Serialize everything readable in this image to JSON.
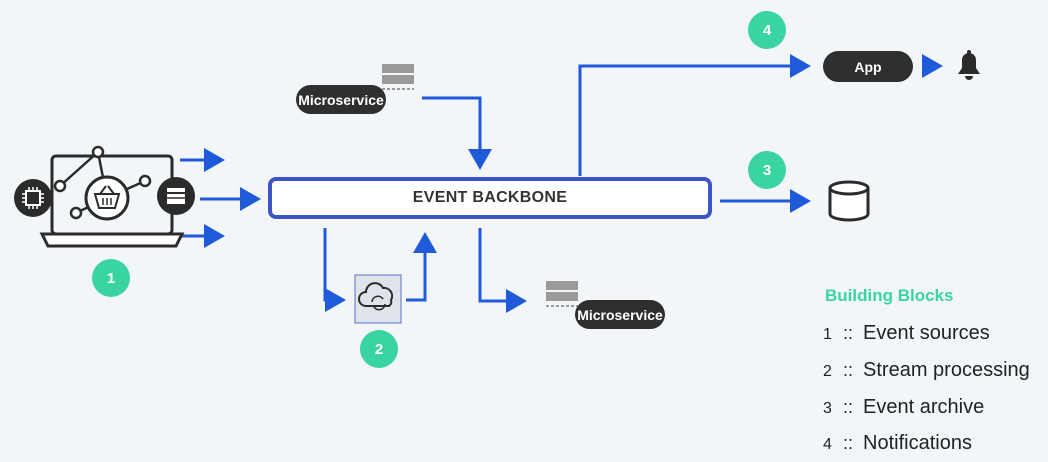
{
  "backbone": {
    "label": "EVENT BACKBONE"
  },
  "top_microservice": {
    "label": "Microservice"
  },
  "bottom_microservice": {
    "label": "Microservice"
  },
  "app": {
    "label": "App"
  },
  "badges": [
    "1",
    "2",
    "3",
    "4"
  ],
  "legend": {
    "title": "Building Blocks",
    "items": [
      {
        "num": "1",
        "sep": "::",
        "label": "Event sources"
      },
      {
        "num": "2",
        "sep": "::",
        "label": "Stream processing"
      },
      {
        "num": "3",
        "sep": "::",
        "label": "Event archive"
      },
      {
        "num": "4",
        "sep": "::",
        "label": "Notifications"
      }
    ]
  },
  "colors": {
    "arrow": "#1f5ad9",
    "badge": "#3ad4a3",
    "pill": "#2f2f2f",
    "backbone_border": "#3b55c9"
  }
}
